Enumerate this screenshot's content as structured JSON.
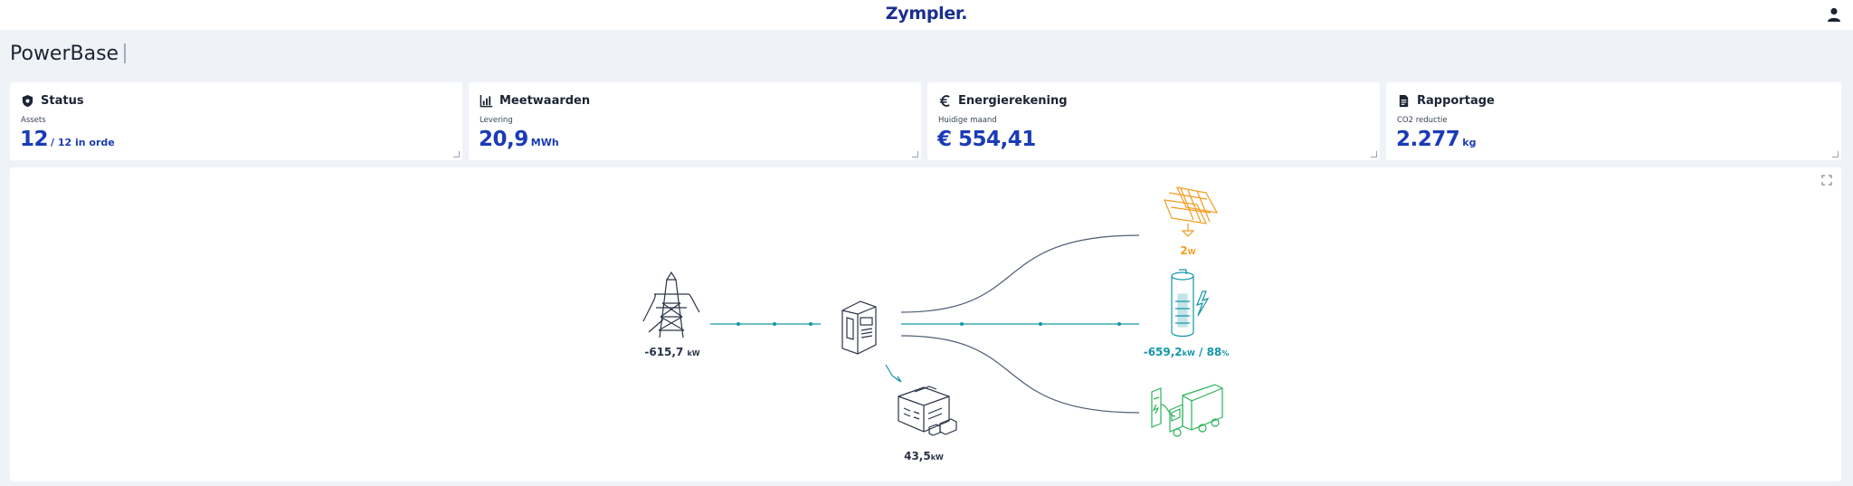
{
  "header": {
    "brand": "Zympler.",
    "user_icon": "user-icon"
  },
  "page": {
    "title": "PowerBase"
  },
  "cards": [
    {
      "icon": "shield-icon",
      "title": "Status",
      "sub": "Assets",
      "value": "12",
      "unit": "/ 12 in orde"
    },
    {
      "icon": "bar-chart-icon",
      "title": "Meetwaarden",
      "sub": "Levering",
      "value": "20,9",
      "unit": "MWh"
    },
    {
      "icon": "euro-icon",
      "title": "Energierekening",
      "sub": "Huidige maand",
      "value": "€ 554,41",
      "unit": ""
    },
    {
      "icon": "document-icon",
      "title": "Rapportage",
      "sub": "CO2 reductie",
      "value": "2.277",
      "unit": "kg"
    }
  ],
  "flow": {
    "grid": {
      "icon": "power-pylon-icon",
      "value": "-615,7",
      "unit": "kW"
    },
    "meter": {
      "icon": "energy-meter-icon"
    },
    "building": {
      "icon": "building-icon",
      "value": "43,5",
      "unit": "kW"
    },
    "solar": {
      "icon": "solar-panel-icon",
      "value": "2",
      "unit": "W",
      "color": "#f29c1f"
    },
    "battery": {
      "icon": "battery-icon",
      "value": "-659,2",
      "unit": "kW",
      "soc": "88",
      "soc_unit": "%",
      "color": "#1596a8"
    },
    "ev": {
      "icon": "ev-truck-icon",
      "color": "#2bb35a"
    }
  },
  "colors": {
    "accent": "#1a3bb8",
    "brand": "#1a2f8e",
    "flow_active": "#1596a8",
    "flow_idle": "#4f5e76"
  }
}
